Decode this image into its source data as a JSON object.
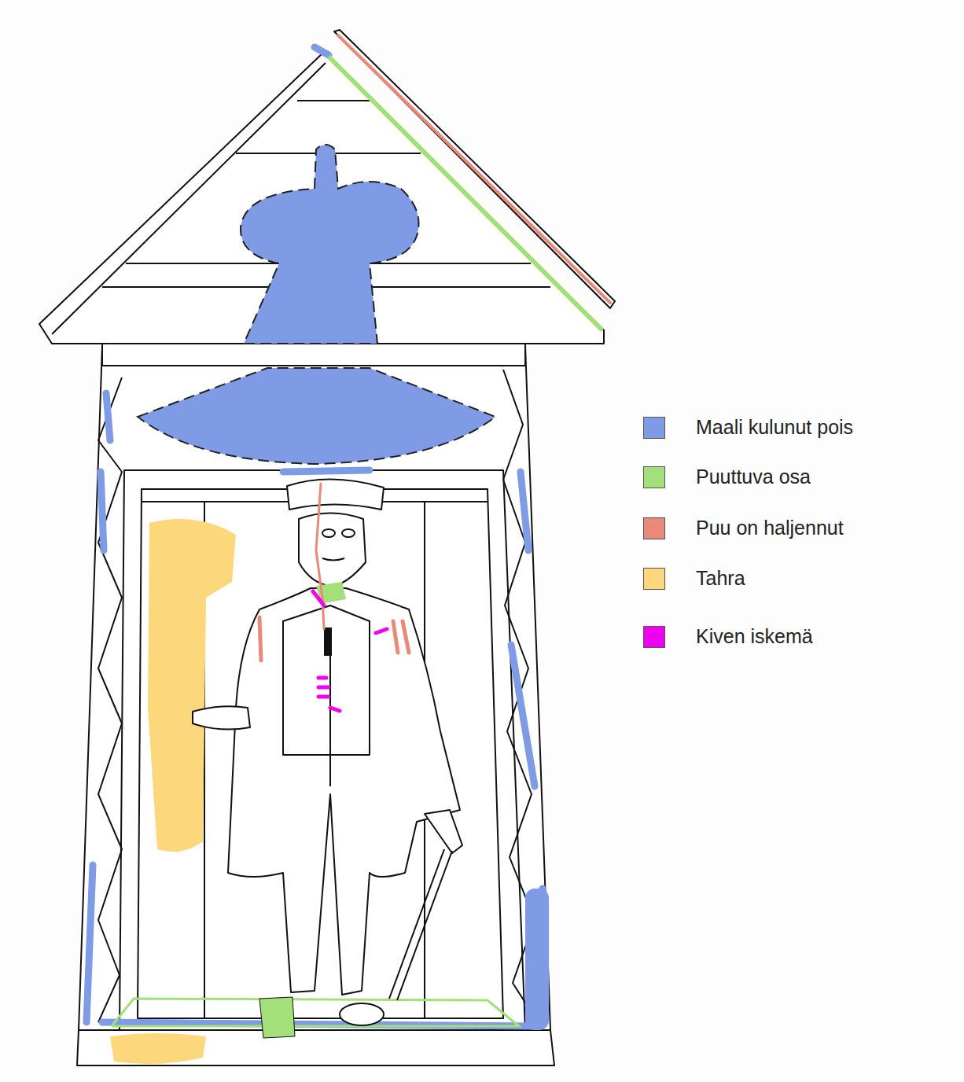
{
  "diagram": {
    "legend": [
      {
        "text": "Maali kulunut pois",
        "color": "#7f9be6"
      },
      {
        "text": "Puuttuva osa",
        "color": "#a3e07a"
      },
      {
        "text": "Puu on haljennut",
        "color": "#e8897a"
      },
      {
        "text": "Tahra",
        "color": "#fdd77c"
      },
      {
        "text": "Kiven iskemä",
        "color": "#f000f0"
      }
    ]
  }
}
